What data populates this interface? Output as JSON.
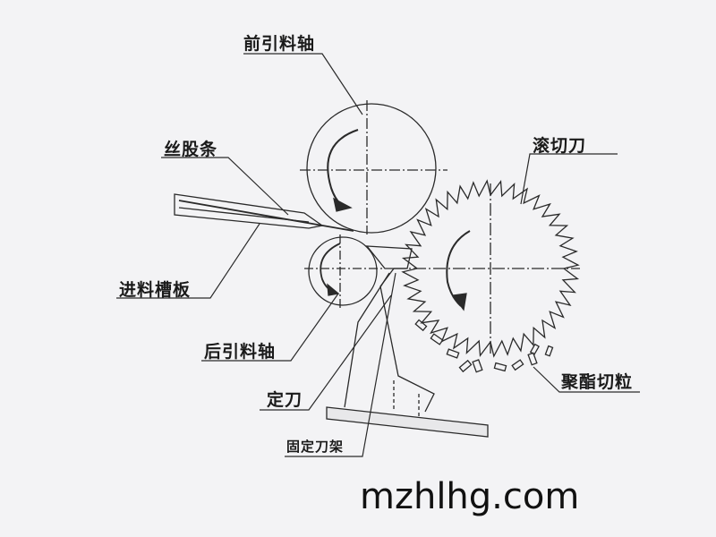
{
  "labels": {
    "front_feed_roller": "前引料轴",
    "strand": "丝股条",
    "hob_cutter": "滚切刀",
    "feed_trough": "进料槽板",
    "rear_feed_roller": "后引料轴",
    "fixed_knife": "定刀",
    "fixed_knife_holder": "固定刀架",
    "polyester_pellets": "聚酯切粒"
  },
  "watermark": "mzhlhg.com",
  "colors": {
    "line": "#2a2a2a",
    "background": "#f3f3f5"
  }
}
